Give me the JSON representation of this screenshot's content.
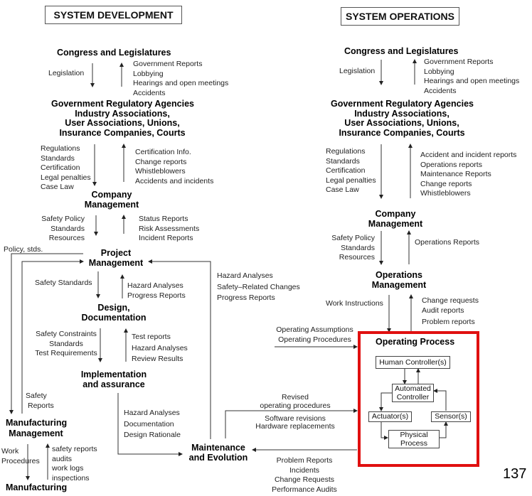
{
  "colors": {
    "highlight": "#e01010",
    "text": "#222222",
    "line": "#333333"
  },
  "headers": {
    "development": "SYSTEM DEVELOPMENT",
    "operations": "SYSTEM OPERATIONS"
  },
  "development": {
    "congress": "Congress and Legislatures",
    "legislation": "Legislation",
    "congress_up": [
      "Government Reports",
      "Lobbying",
      "Hearings and open meetings",
      "Accidents"
    ],
    "agencies": [
      "Government Regulatory Agencies",
      "Industry Associations,",
      "User Associations, Unions,",
      "Insurance Companies, Courts"
    ],
    "agencies_down": [
      "Regulations",
      "Standards",
      "Certification",
      "Legal penalties",
      "Case Law"
    ],
    "agencies_up": [
      "Certification Info.",
      "Change reports",
      "Whistleblowers",
      "Accidents and incidents"
    ],
    "company": [
      "Company",
      "Management"
    ],
    "company_down": [
      "Safety Policy",
      "Standards",
      "Resources"
    ],
    "company_up": [
      "Status Reports",
      "Risk Assessments",
      "Incident Reports"
    ],
    "policy_stds": "Policy, stds.",
    "project": [
      "Project",
      "Management"
    ],
    "project_down": "Safety Standards",
    "project_up": [
      "Hazard Analyses",
      "Progress Reports"
    ],
    "maintenance_up": [
      "Hazard Analyses",
      "Safety–Related Changes",
      "Progress Reports"
    ],
    "design": [
      "Design,",
      "Documentation"
    ],
    "design_down": [
      "Safety Constraints",
      "Standards",
      "Test Requirements"
    ],
    "design_up": [
      "Test reports",
      "Hazard Analyses",
      "Review Results"
    ],
    "implementation": [
      "Implementation",
      "and assurance"
    ],
    "safety_reports": [
      "Safety",
      "Reports"
    ],
    "impl_to_maint": [
      "Hazard Analyses",
      "Documentation",
      "Design Rationale"
    ],
    "mfg_mgmt": [
      "Manufacturing",
      "Management"
    ],
    "mfg_down": [
      "Work",
      "Procedures"
    ],
    "mfg_up": [
      "safety reports",
      "audits",
      "work logs",
      "inspections"
    ],
    "manufacturing": "Manufacturing",
    "maintenance": [
      "Maintenance",
      "and Evolution"
    ]
  },
  "operations": {
    "congress": "Congress and Legislatures",
    "legislation": "Legislation",
    "congress_up": [
      "Government Reports",
      "Lobbying",
      "Hearings and open meetings",
      "Accidents"
    ],
    "agencies": [
      "Government Regulatory Agencies",
      "Industry Associations,",
      "User Associations, Unions,",
      "Insurance Companies, Courts"
    ],
    "agencies_down": [
      "Regulations",
      "Standards",
      "Certification",
      "Legal penalties",
      "Case Law"
    ],
    "agencies_up": [
      "Accident and incident reports",
      "Operations reports",
      "Maintenance Reports",
      "Change reports",
      "Whistleblowers"
    ],
    "company": [
      "Company",
      "Management"
    ],
    "company_down": [
      "Safety Policy",
      "Standards",
      "Resources"
    ],
    "company_up": "Operations Reports",
    "ops_mgmt": [
      "Operations",
      "Management"
    ],
    "ops_down": "Work Instructions",
    "ops_up": [
      "Change requests",
      "Audit reports",
      "Problem reports"
    ],
    "assumptions": [
      "Operating Assumptions",
      "Operating Procedures"
    ],
    "revised": [
      "Revised",
      "operating procedures"
    ],
    "software": [
      "Software revisions",
      "Hardware replacements"
    ],
    "problem": [
      "Problem Reports",
      "Incidents",
      "Change Requests",
      "Performance Audits"
    ],
    "process": {
      "title": "Operating Process",
      "human": "Human Controller(s)",
      "automated": [
        "Automated",
        "Controller"
      ],
      "actuator": "Actuator(s)",
      "sensor": "Sensor(s)",
      "physical": [
        "Physical",
        "Process"
      ]
    }
  },
  "page_number": "137"
}
